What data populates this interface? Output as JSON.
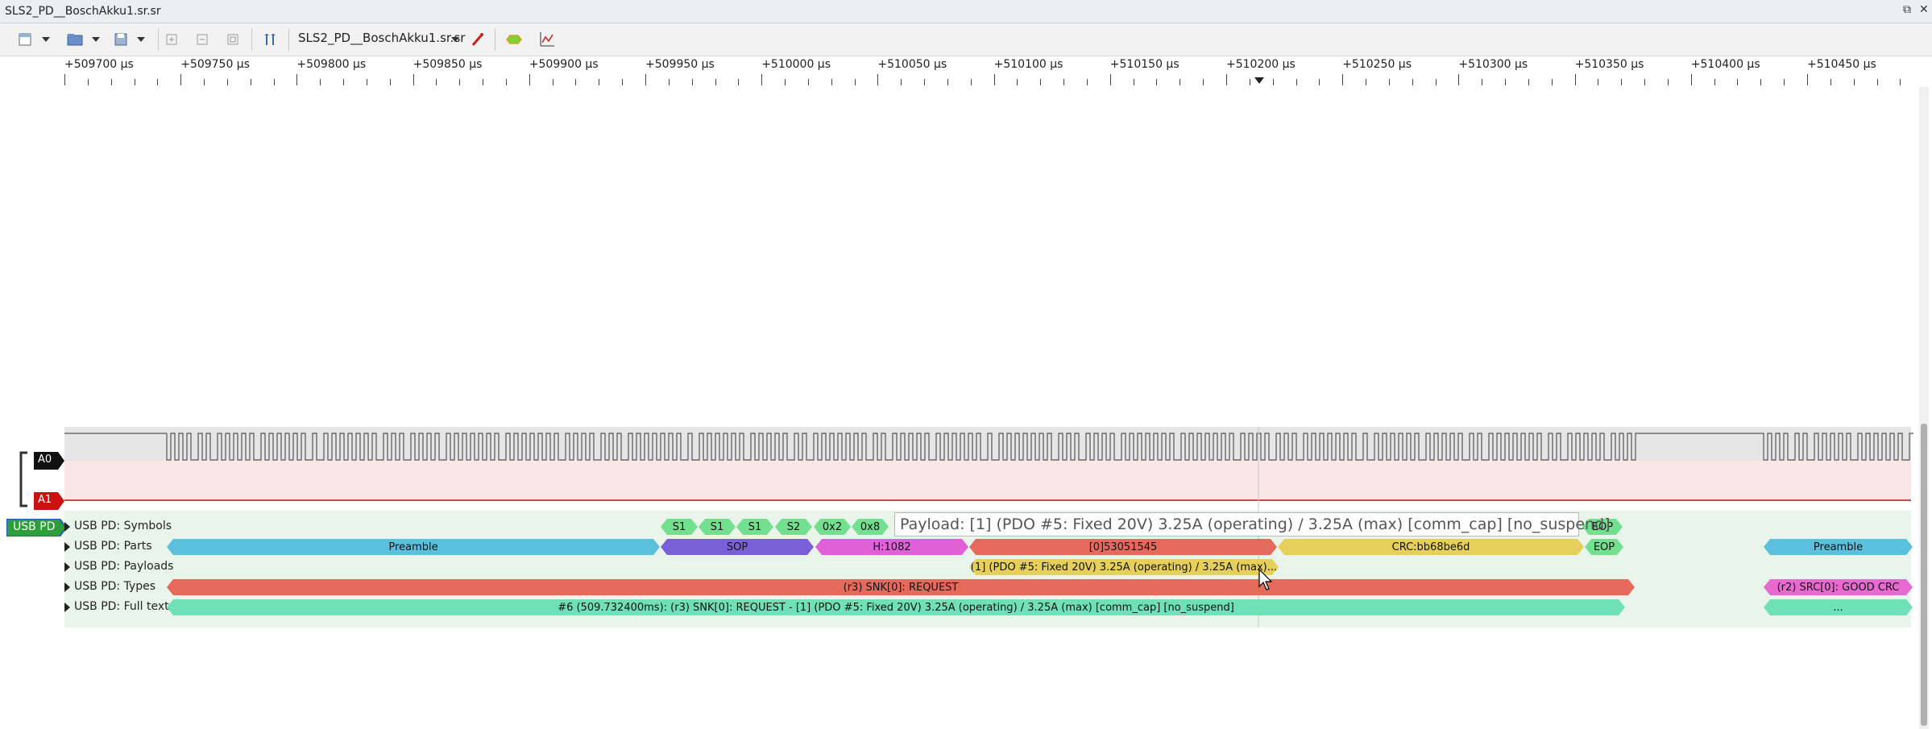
{
  "window": {
    "title": "SLS2_PD__BoschAkku1.sr.sr",
    "restore_glyph": "⧉",
    "close_glyph": "✕"
  },
  "toolbar": {
    "session_name": "SLS2_PD__BoschAkku1.sr.sr",
    "icons": [
      "new-session-icon",
      "open-icon",
      "save-icon",
      "zoom-in-icon",
      "zoom-out-icon",
      "zoom-fit-icon",
      "cursor-icon",
      "probe-icon",
      "decoder-icon",
      "math-icon"
    ]
  },
  "ruler": {
    "labels": [
      "+509700 µs",
      "+509750 µs",
      "+509800 µs",
      "+509850 µs",
      "+509900 µs",
      "+509950 µs",
      "+510000 µs",
      "+510050 µs",
      "+510100 µs",
      "+510150 µs",
      "+510200 µs",
      "+510250 µs",
      "+510300 µs",
      "+510350 µs",
      "+510400 µs",
      "+510450 µs"
    ]
  },
  "channels": {
    "a0": {
      "label": "A0",
      "color": "#111111"
    },
    "a1": {
      "label": "A1",
      "color": "#cc1111"
    },
    "decoder_tag": {
      "label": "USB PD",
      "color": "#2e9e3a"
    }
  },
  "decoder_rows": [
    {
      "name": "USB PD: Symbols"
    },
    {
      "name": "USB PD: Parts"
    },
    {
      "name": "USB PD: Payloads"
    },
    {
      "name": "USB PD: Types"
    },
    {
      "name": "USB PD: Full text"
    }
  ],
  "annotations": {
    "symbols": [
      "S1",
      "S1",
      "S1",
      "S2",
      "0x2",
      "0x8",
      "EOP"
    ],
    "parts": [
      "Preamble",
      "SOP",
      "H:1082",
      "[0]53051545",
      "CRC:bb68be6d",
      "EOP",
      "Preamble"
    ],
    "payloads": [
      "[1] (PDO #5: Fixed 20V) 3.25A (operating) / 3.25A (max)..."
    ],
    "types": [
      "(r3) SNK[0]: REQUEST",
      "(r2) SRC[0]: GOOD CRC"
    ],
    "fulltext": [
      "#6    (509.732400ms): (r3) SNK[0]: REQUEST - [1] (PDO #5: Fixed 20V) 3.25A (operating) / 3.25A (max) [comm_cap] [no_suspend]",
      "..."
    ]
  },
  "tooltip": {
    "text": "Payload: [1] (PDO #5: Fixed 20V) 3.25A (operating) / 3.25A (max) [comm_cap] [no_suspend]"
  },
  "colors": {
    "preamble": "#5bc0de",
    "sop": "#7a5fd8",
    "header": "#e060d8",
    "data": "#e56a5c",
    "crc": "#e6cf5a",
    "eop": "#72e08e",
    "fulltext": "#6fe0b8",
    "gcrc": "#e86ad0"
  }
}
